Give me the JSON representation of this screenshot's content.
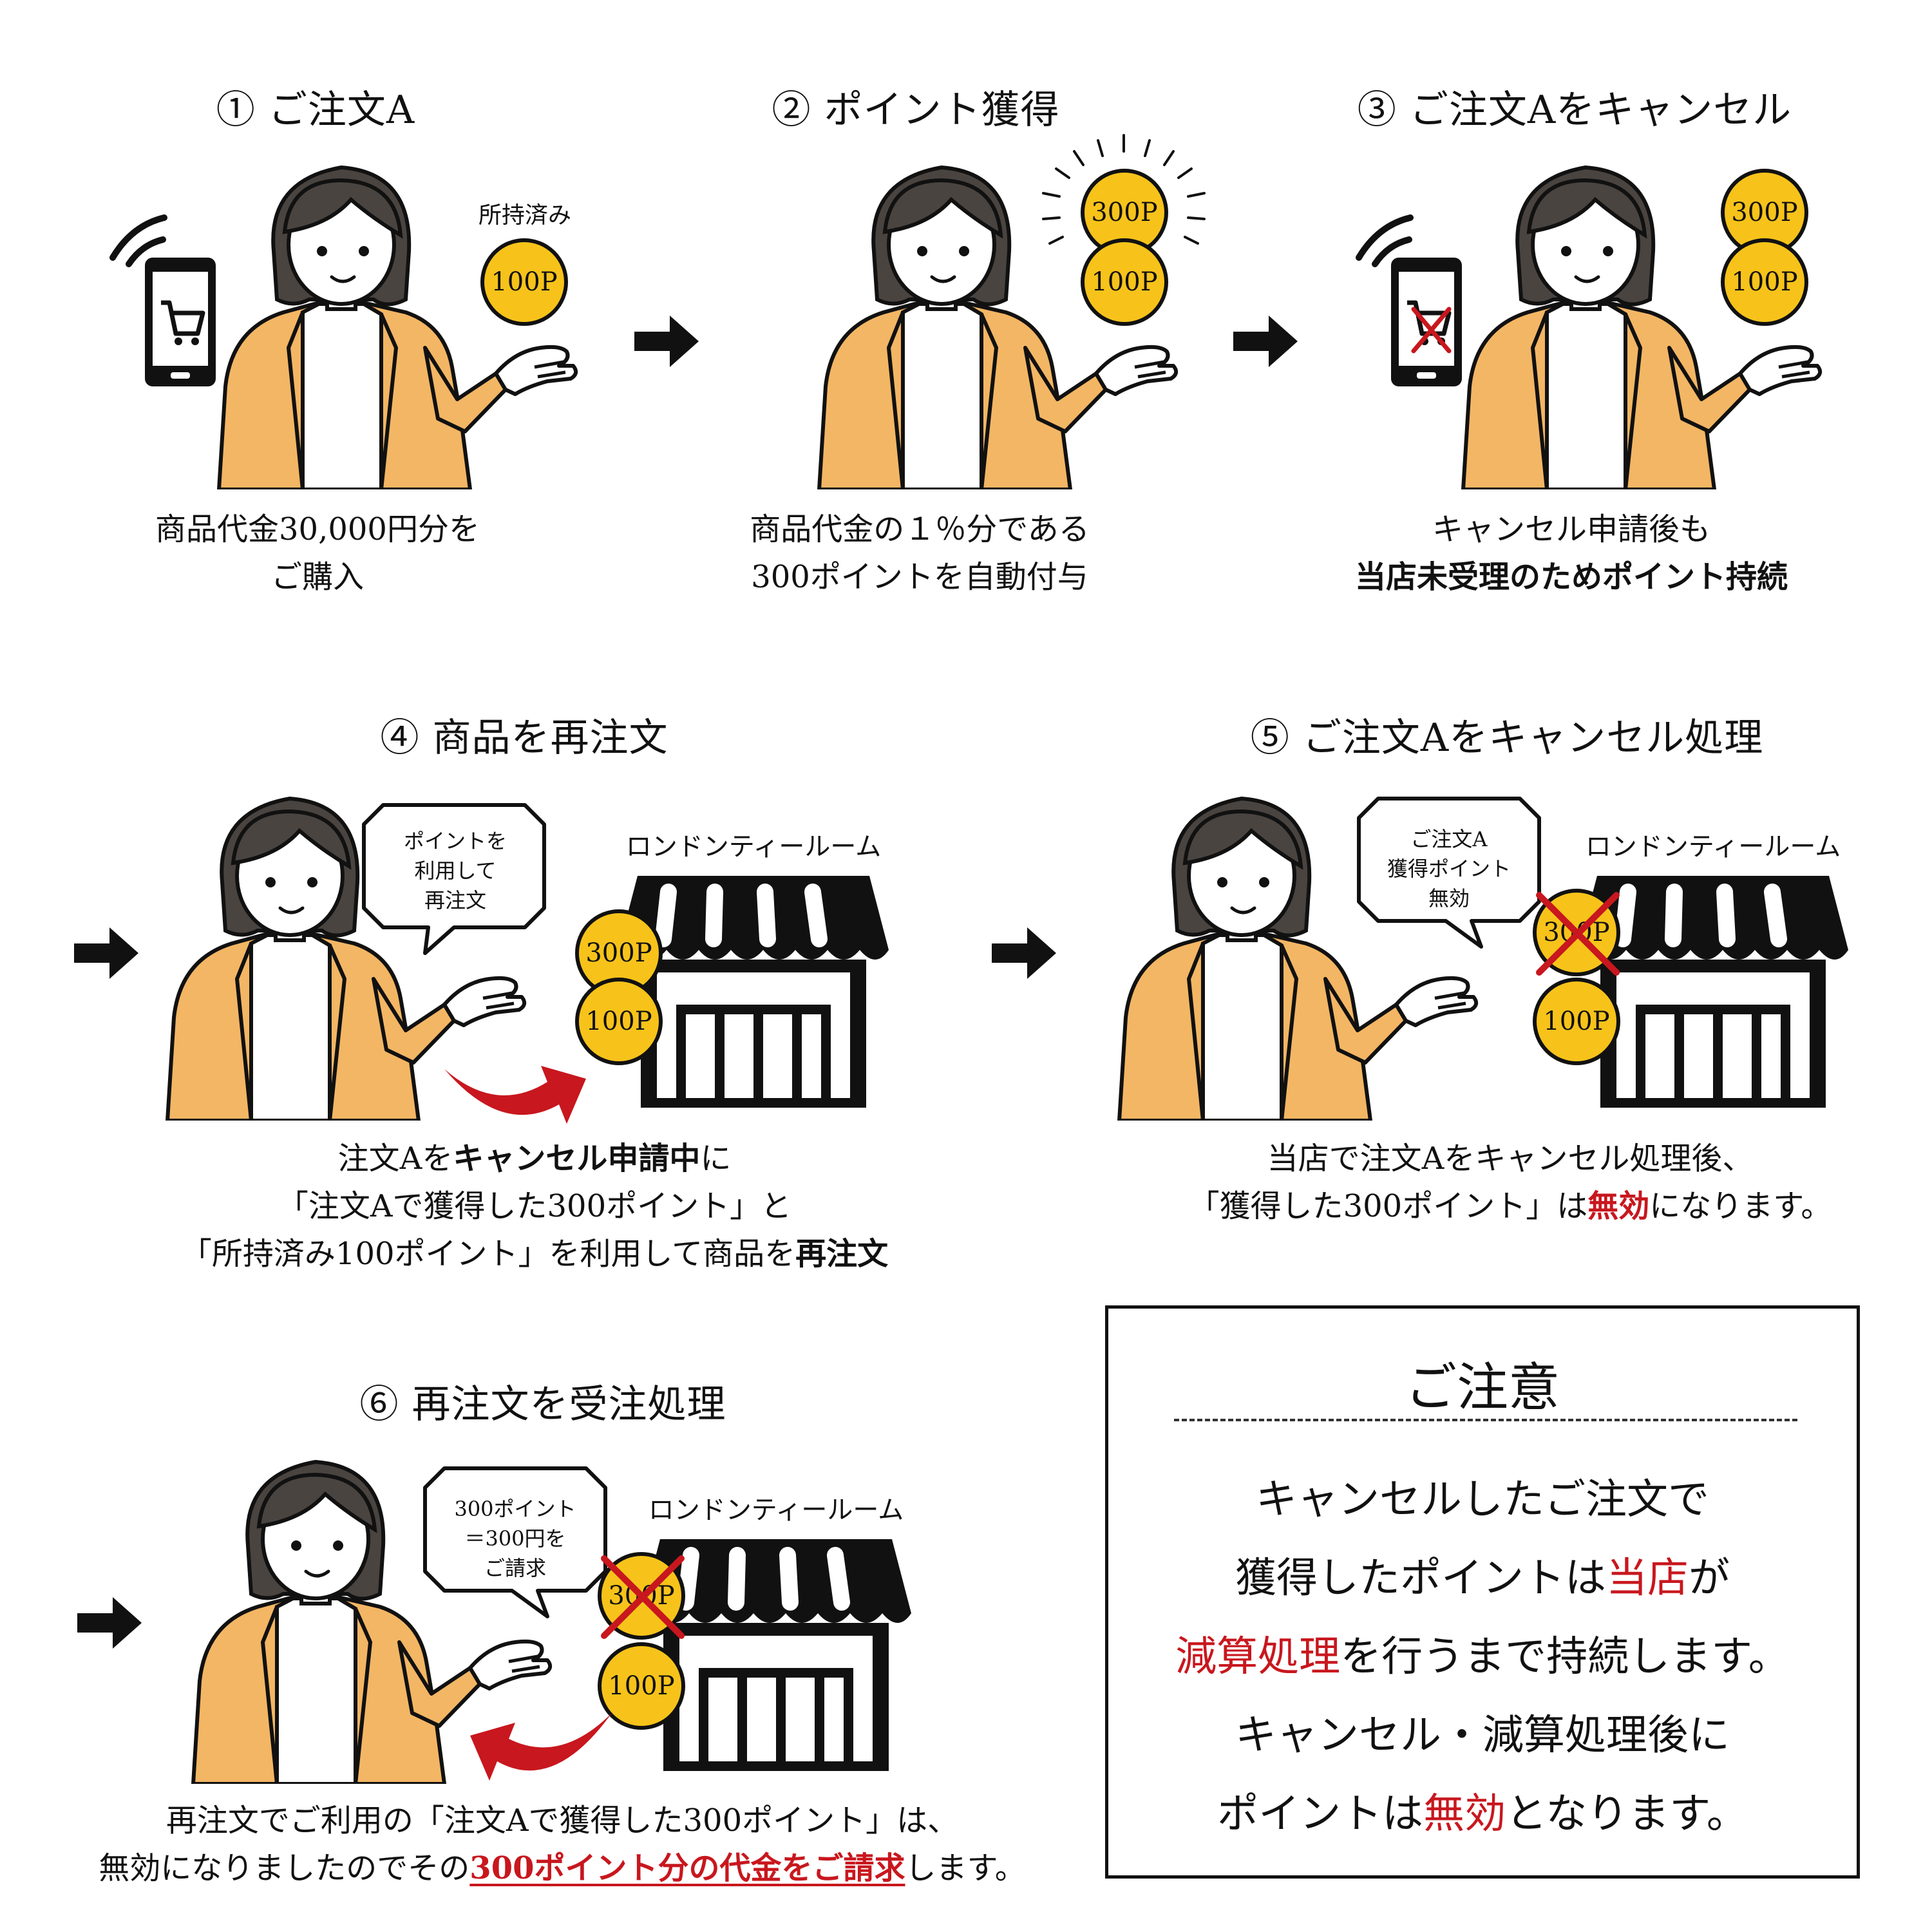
{
  "steps": {
    "s1": {
      "title": "① ご注文A",
      "owned_label": "所持済み",
      "coin": "100P",
      "caption_l1": "商品代金30,000円分を",
      "caption_l2": "ご購入"
    },
    "s2": {
      "title": "② ポイント獲得",
      "coin_top": "300P",
      "coin_bottom": "100P",
      "caption_l1": "商品代金の１％分である",
      "caption_l2": "300ポイントを自動付与"
    },
    "s3": {
      "title": "③ ご注文Aをキャンセル",
      "coin_top": "300P",
      "coin_bottom": "100P",
      "caption_l1": "キャンセル申請後も",
      "caption_l2": "当店未受理のためポイント持続"
    },
    "s4": {
      "title": "④ 商品を再注文",
      "shop": "ロンドンティールーム",
      "bubble_l1": "ポイントを",
      "bubble_l2": "利用して",
      "bubble_l3": "再注文",
      "coin_top": "300P",
      "coin_bottom": "100P",
      "cap1_a": "注文Aを",
      "cap1_b": "キャンセル申請中",
      "cap1_c": "に",
      "cap2": "「注文Aで獲得した300ポイント」と",
      "cap3_a": "「所持済み100ポイント」を利用して商品を",
      "cap3_b": "再注文"
    },
    "s5": {
      "title": "⑤ ご注文Aをキャンセル処理",
      "shop": "ロンドンティールーム",
      "bubble_l1": "ご注文A",
      "bubble_l2": "獲得ポイント",
      "bubble_l3": "無効",
      "coin_top": "300P",
      "coin_bottom": "100P",
      "cap1": "当店で注文Aをキャンセル処理後、",
      "cap2_a": "「獲得した300ポイント」は",
      "cap2_b": "無効",
      "cap2_c": "になります。"
    },
    "s6": {
      "title": "⑥ 再注文を受注処理",
      "shop": "ロンドンティールーム",
      "bubble_l1": "300ポイント",
      "bubble_l2": "＝300円を",
      "bubble_l3": "ご請求",
      "coin_top": "300P",
      "coin_bottom": "100P",
      "cap1": "再注文でご利用の「注文Aで獲得した300ポイント」は、",
      "cap2_a": "無効になりましたのでその",
      "cap2_b": "300ポイント分の代金をご請求",
      "cap2_c": "します。"
    }
  },
  "notice": {
    "title": "ご注意",
    "l1": "キャンセルしたご注文で",
    "l2_a": "獲得したポイントは",
    "l2_b": "当店",
    "l2_c": "が",
    "l3_a": "減算処理",
    "l3_b": "を行うまで持続します。",
    "l4": "キャンセル・減算処理後に",
    "l5_a": "ポイントは",
    "l5_b": "無効",
    "l5_c": "となります。"
  },
  "colors": {
    "coin": "#f7c31a",
    "jacket": "#f3b664",
    "hair": "#4a4440",
    "accent_red": "#c8171e",
    "ink": "#111111"
  }
}
